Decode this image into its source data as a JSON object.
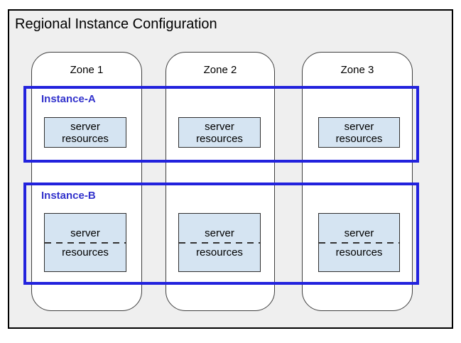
{
  "title": "Regional Instance Configuration",
  "zones": [
    {
      "label": "Zone 1"
    },
    {
      "label": "Zone 2"
    },
    {
      "label": "Zone 3"
    }
  ],
  "instances": [
    {
      "label": "Instance-A",
      "divided": false,
      "boxes": [
        {
          "line1": "server",
          "line2": "resources"
        },
        {
          "line1": "server",
          "line2": "resources"
        },
        {
          "line1": "server",
          "line2": "resources"
        }
      ]
    },
    {
      "label": "Instance-B",
      "divided": true,
      "boxes": [
        {
          "line1": "server",
          "line2": "resources"
        },
        {
          "line1": "server",
          "line2": "resources"
        },
        {
          "line1": "server",
          "line2": "resources"
        }
      ]
    }
  ],
  "colors": {
    "frame_background": "#efefef",
    "frame_border": "#000000",
    "zone_background": "#ffffff",
    "zone_border": "#3f3f3f",
    "instance_border": "#2222dd",
    "instance_label_text": "#3333cc",
    "resource_box_background": "#d5e4f2",
    "resource_box_border": "#2f2f2f",
    "divider_dash": "#333333"
  }
}
